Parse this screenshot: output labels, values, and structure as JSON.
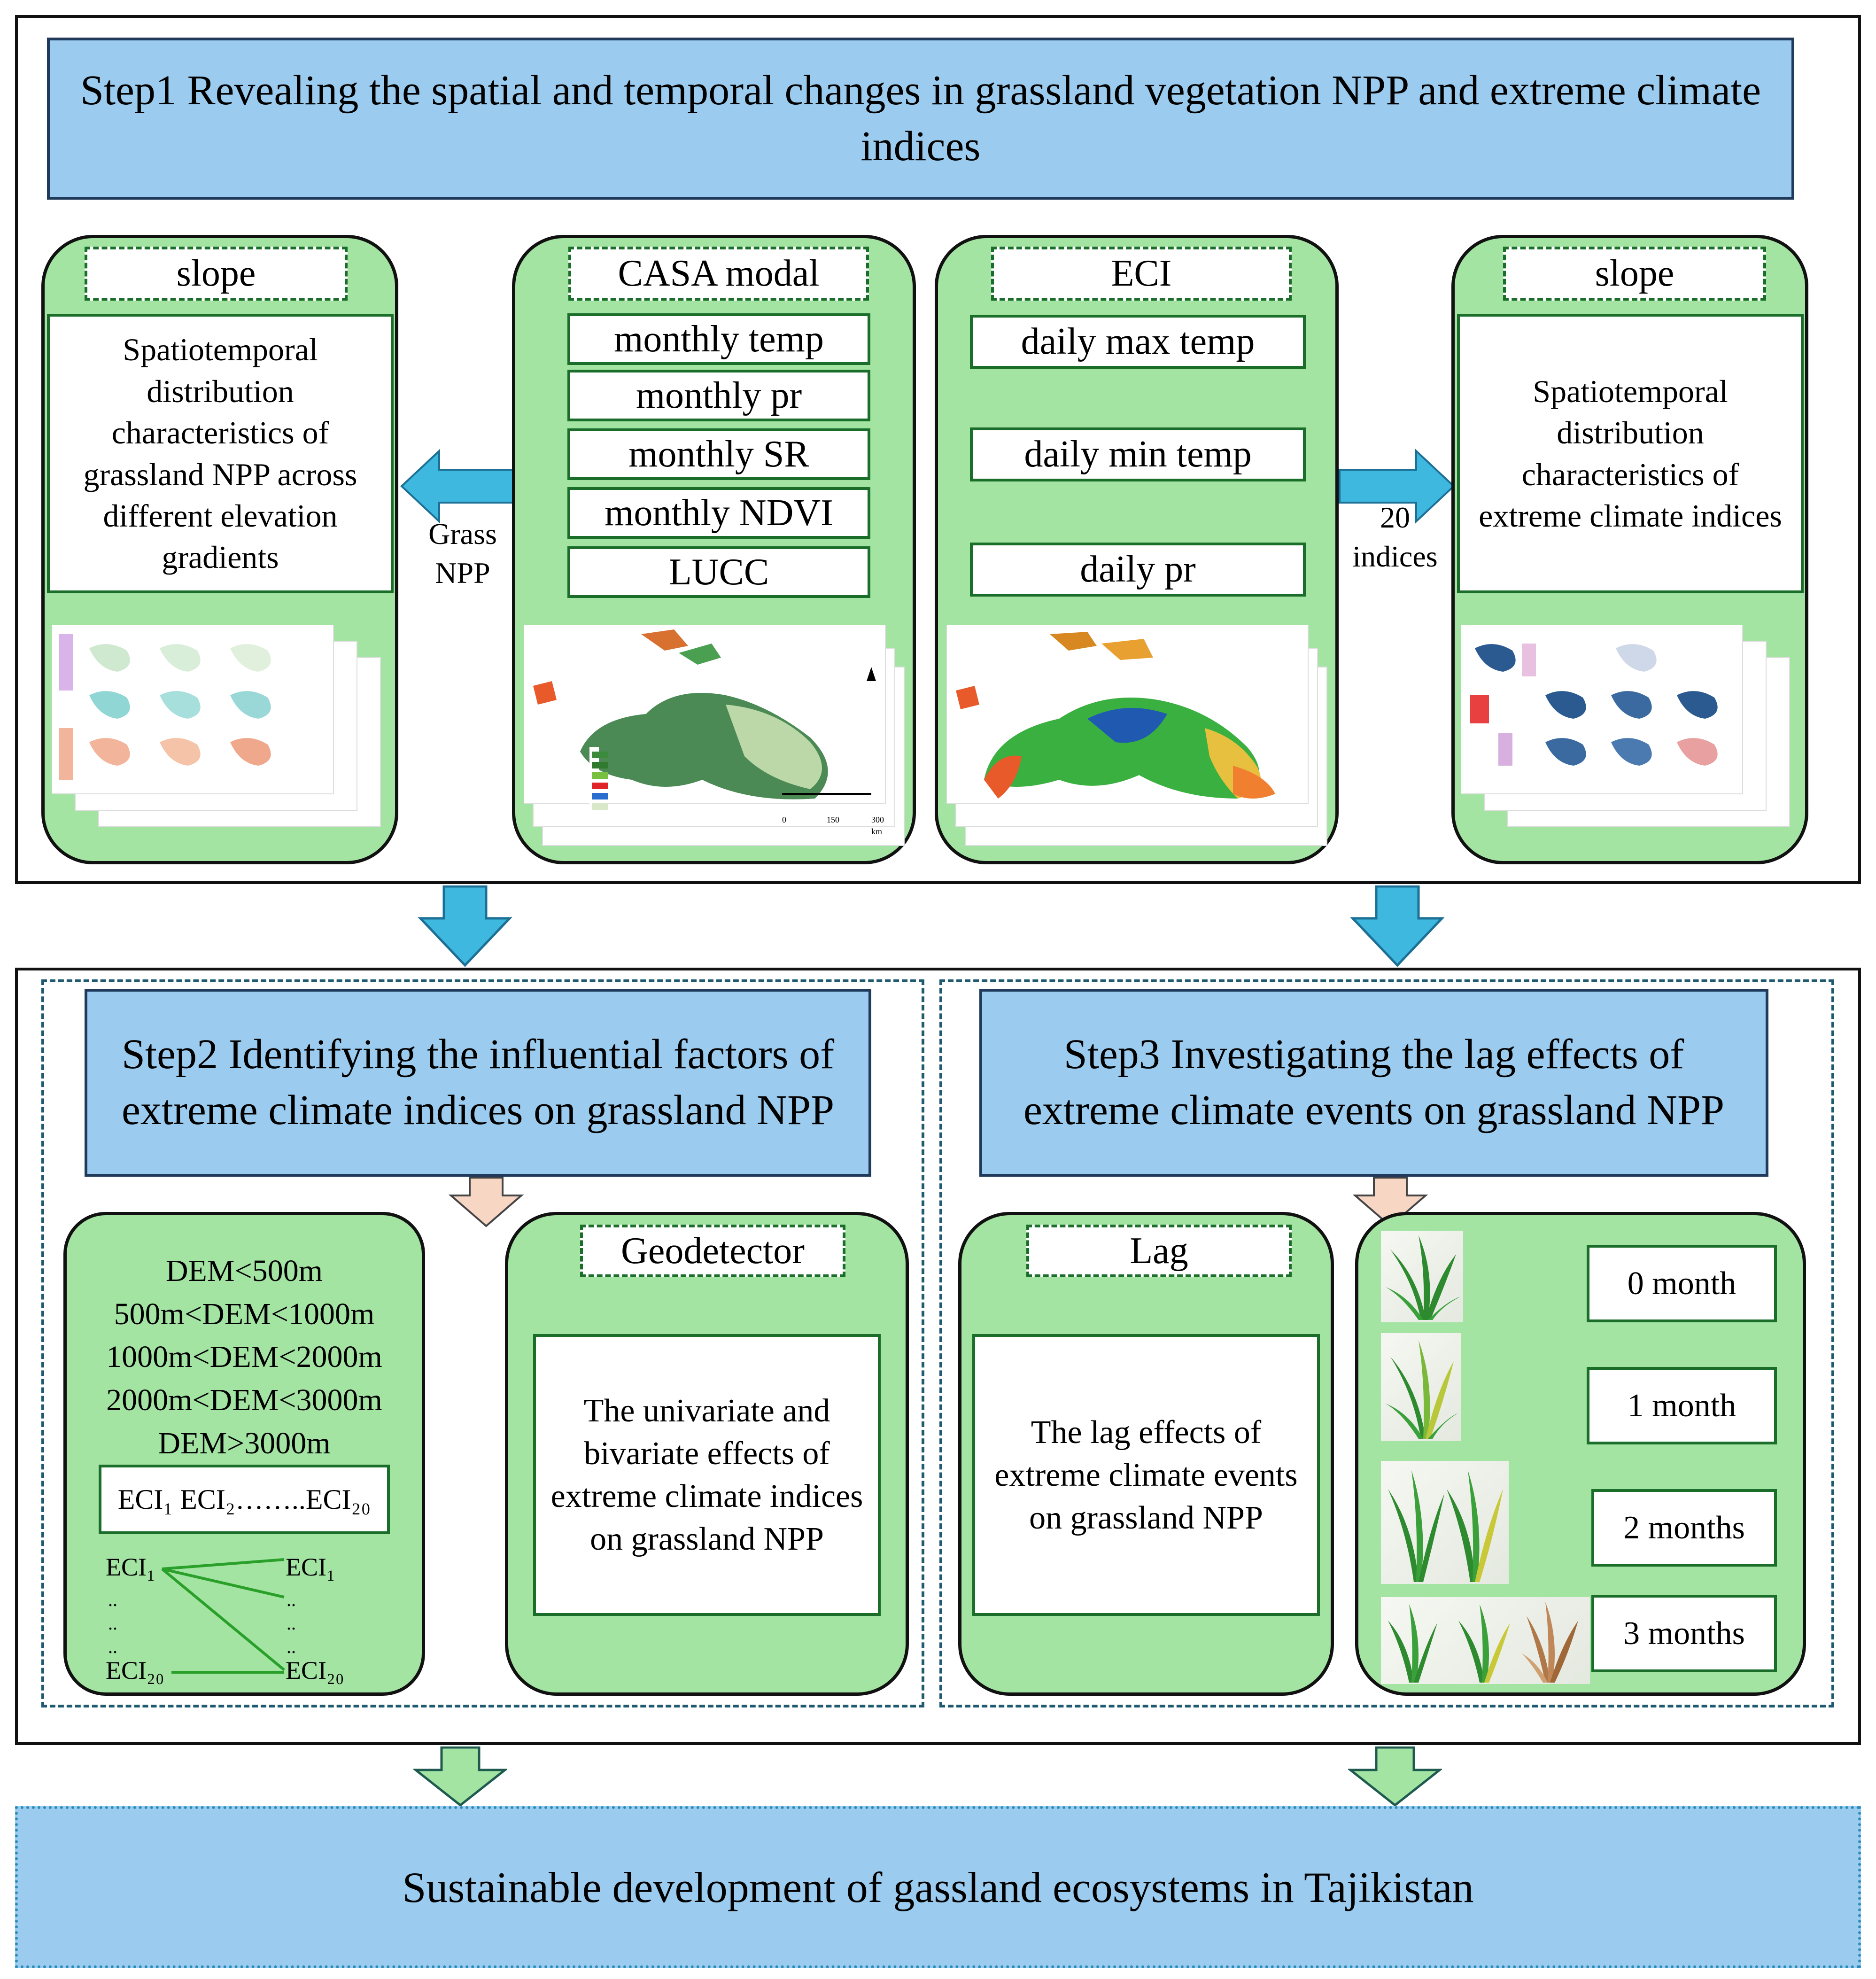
{
  "step1": {
    "title": "Step1   Revealing the spatial and temporal changes in grassland vegetation NPP and extreme climate indices",
    "slope_left": {
      "label": "slope",
      "description": "Spatiotemporal distribution characteristics of grassland NPP across different elevation gradients"
    },
    "casa": {
      "label": "CASA modal",
      "inputs": [
        "monthly temp",
        "monthly pr",
        "monthly SR",
        "monthly NDVI",
        "LUCC"
      ],
      "map_scale": [
        "0",
        "150",
        "300"
      ],
      "map_scale_unit": "km"
    },
    "eci": {
      "label": "ECI",
      "inputs": [
        "daily max temp",
        "daily min temp",
        "daily pr"
      ]
    },
    "slope_right": {
      "label": "slope",
      "description": "Spatiotemporal distribution characteristics of extreme climate indices"
    },
    "arrow_left_label": "Grass NPP",
    "arrow_right_label": "20 indices"
  },
  "step2": {
    "title": "Step2   Identifying the influential factors of extreme climate indices on grassland NPP",
    "dem_classes": [
      "DEM<500m",
      "500m<DEM<1000m",
      "1000m<DEM<2000m",
      "2000m<DEM<3000m",
      "DEM>3000m"
    ],
    "eci_range": "ECI₁ ECI₂……..ECI₂₀",
    "pair_left_top": "ECI₁",
    "pair_right_top": "ECI₁",
    "pair_left_bottom": "ECI₂₀",
    "pair_right_bottom": "ECI₂₀",
    "dots": "..",
    "geodetector": {
      "label": "Geodetector",
      "description": "The univariate and bivariate effects of extreme climate indices on grassland NPP"
    }
  },
  "step3": {
    "title": "Step3   Investigating the lag effects of extreme climate events on grassland NPP",
    "lag": {
      "label": "Lag",
      "description": "The lag effects of extreme climate events on grassland NPP"
    },
    "months": [
      "0 month",
      "1 month",
      "2 months",
      "3 months"
    ]
  },
  "final": "Sustainable development of gassland ecosystems in Tajikistan",
  "colors": {
    "banner": "#9bcbee",
    "panel": "#a3e4a3",
    "arrow_blue": "#3fb8e0",
    "arrow_peach": "#f8d6c4",
    "arrow_green": "#a3e4a3",
    "box_border": "#1a6e2a"
  }
}
